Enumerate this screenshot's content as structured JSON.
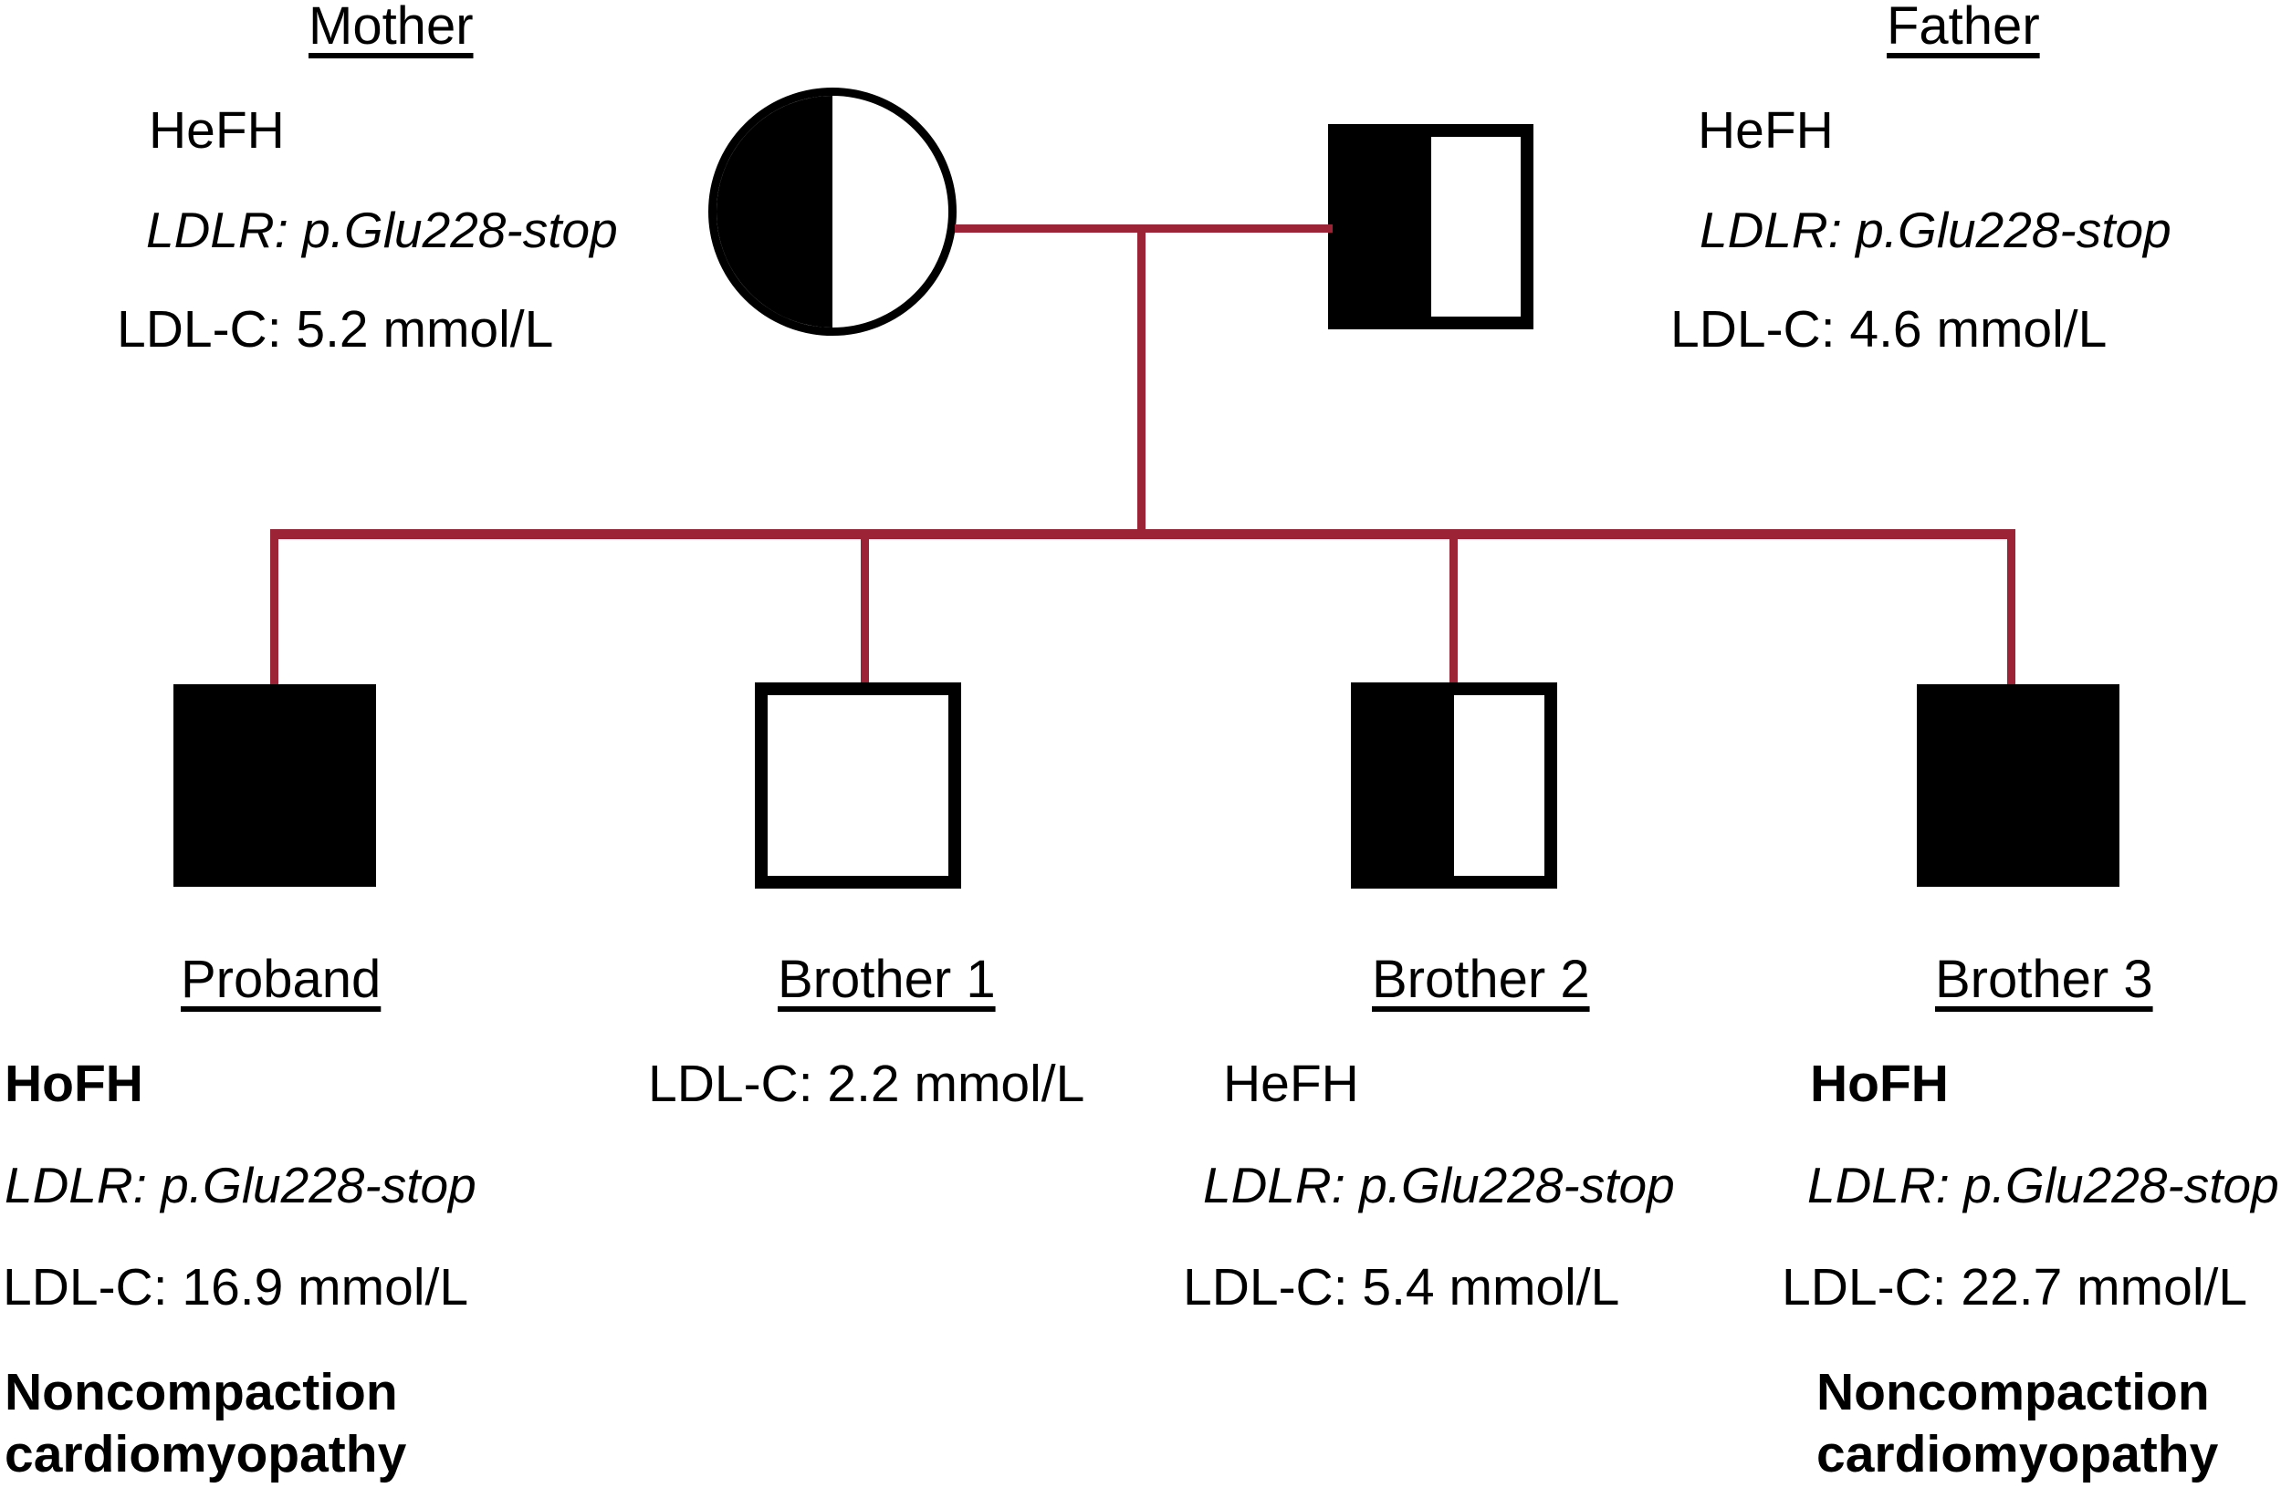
{
  "diagram": {
    "title_kind": "family-pedigree",
    "line_color": "#9B2335",
    "symbol_fill_color": "#000000"
  },
  "generation1": {
    "mother": {
      "name": "Mother",
      "diagnosis": "HeFH",
      "gene": "LDLR: p.Glu228-stop",
      "ldl": "LDL-C: 5.2 mmol/L",
      "symbol": "circle-half-filled",
      "sex": "female",
      "affected": "heterozygous"
    },
    "father": {
      "name": "Father",
      "diagnosis": "HeFH",
      "gene": "LDLR: p.Glu228-stop",
      "ldl": "LDL-C: 4.6 mmol/L",
      "symbol": "square-half-filled",
      "sex": "male",
      "affected": "heterozygous"
    }
  },
  "generation2": [
    {
      "name": "Proband",
      "diagnosis": "HoFH",
      "diagnosis_bold": true,
      "gene": "LDLR: p.Glu228-stop",
      "ldl": "LDL-C: 16.9 mmol/L",
      "extra": "Noncompaction\ncardiomyopathy",
      "symbol": "square-filled",
      "sex": "male",
      "affected": "homozygous"
    },
    {
      "name": "Brother 1",
      "diagnosis": "",
      "diagnosis_bold": false,
      "gene": "",
      "ldl": "LDL-C: 2.2 mmol/L",
      "extra": "",
      "symbol": "square-empty",
      "sex": "male",
      "affected": "unaffected"
    },
    {
      "name": "Brother 2",
      "diagnosis": "HeFH",
      "diagnosis_bold": false,
      "gene": "LDLR: p.Glu228-stop",
      "ldl": "LDL-C: 5.4 mmol/L",
      "extra": "",
      "symbol": "square-half-filled",
      "sex": "male",
      "affected": "heterozygous"
    },
    {
      "name": "Brother 3",
      "diagnosis": "HoFH",
      "diagnosis_bold": true,
      "gene": "LDLR: p.Glu228-stop",
      "ldl": "LDL-C: 22.7 mmol/L",
      "extra": "Noncompaction\ncardiomyopathy",
      "symbol": "square-filled",
      "sex": "male",
      "affected": "homozygous"
    }
  ]
}
